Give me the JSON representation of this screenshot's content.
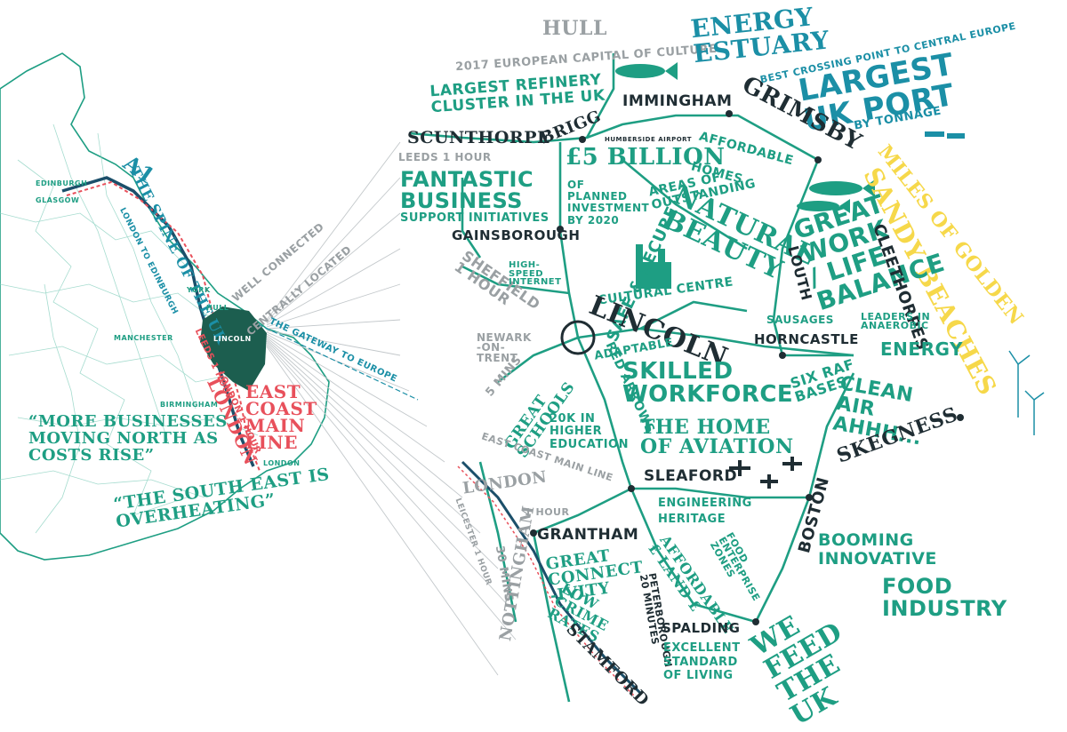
{
  "colors": {
    "green": "#1e9e83",
    "teal": "#1b8fa6",
    "dark": "#1f2d33",
    "grey": "#9aa0a3",
    "red": "#e8505b",
    "yellow": "#f6d84a",
    "dark_green": "#1c5e4f"
  },
  "left_map": {
    "a1": "A1",
    "spine": "THE SPINE OF THE UK",
    "london_edinburgh": "LONDON TO EDINBURGH",
    "edinburgh": "EDINBURGH",
    "glasgow": "GLASGOW",
    "york": "YORK",
    "hull": "HULL",
    "manchester": "MANCHESTER",
    "lincoln": "LINCOLN",
    "birmingham": "BIRMINGHAM",
    "london_city": "LONDON",
    "leeds_time": "LEEDS 1 HOUR",
    "london_time": "LONDON 1 HOUR",
    "east_coast": "EAST COAST MAIN LINE",
    "well_connected": "WELL CONNECTED",
    "centrally_located": "CENTRALLY LOCATED",
    "gateway": "THE GATEWAY TO EUROPE",
    "quote1": "MORE BUSINESSES MOVING NORTH AS COSTS RISE",
    "quote2": "THE SOUTH EAST IS OVERHEATING"
  },
  "right_map": {
    "hull": "HULL",
    "capital_culture": "2017 EUROPEAN CAPITAL OF CULTURE",
    "energy_estuary": "ENERGY ESTUARY",
    "best_crossing": "BEST CROSSING POINT TO CENTRAL EUROPE",
    "largest_port": "LARGEST UK PORT",
    "by_tonnage": "BY TONNAGE",
    "largest_refinery": "LARGEST REFINERY CLUSTER IN THE UK",
    "immingham": "IMMINGHAM",
    "brigg": "BRIGG",
    "grimsby": "GRIMSBY",
    "scunthorpe": "SCUNTHORPE",
    "humberside_airport": "HUMBERSIDE AIRPORT",
    "affordable_homes": "AFFORDABLE HOMES",
    "miles_golden": "MILES OF GOLDEN",
    "sandy_beaches": "SANDY BEACHES",
    "leeds_hour": "LEEDS 1 HOUR",
    "five_billion": "£5 BILLION",
    "planned_investment": "OF PLANNED INVESTMENT BY 2020",
    "fantastic_business": "FANTASTIC BUSINESS",
    "support": "SUPPORT INITIATIVES",
    "areas_of": "AREAS OF OUTSTANDING",
    "natural_beauty": "NATURAL BEAUTY",
    "gainsborough": "GAINSBOROUGH",
    "safe_secure": "SAFE & SECURE",
    "great_work": "GREAT WORK / LIFE BALANCE",
    "cleethorpes": "CLEETHORPES",
    "louth": "LOUTH",
    "sheffield": "SHEFFIELD 1 HOUR",
    "high_speed": "HIGH-SPEED INTERNET",
    "cultural_centre": "CULTURAL CENTRE",
    "sausages": "SAUSAGES",
    "leaders_anaerobic": "LEADERS IN ANAEROBIC",
    "energy": "ENERGY",
    "newark": "NEWARK -ON-TRENT",
    "five_mins": "5 MINS",
    "lincoln": "LINCOLN",
    "horncastle": "HORNCASTLE",
    "adaptable": "ADAPTABLE",
    "skilled": "SKILLED WORKFORCE",
    "six_raf": "SIX RAF BASES",
    "clean_air": "CLEAN AIR AHHH...",
    "great_schools": "GREAT SCHOOLS",
    "red_arrows": "RED ARROWS",
    "twenty_k": "20K IN HIGHER EDUCATION",
    "home_aviation": "THE HOME OF AVIATION",
    "skegness": "SKEGNESS",
    "east_coast_line": "EAST COAST MAIN LINE",
    "london": "LONDON",
    "one_hour": "1 HOUR",
    "sleaford": "SLEAFORD",
    "leicester": "LEICESTER 1 HOUR",
    "grantham": "GRANTHAM",
    "engineering": "ENGINEERING HERITAGE",
    "boston": "BOSTON",
    "booming": "BOOMING INNOVATIVE",
    "nottingham": "NOTTINGHAM",
    "thirty_mins": "30 MINS",
    "great_connectivity": "GREAT CONNECT -IVITY",
    "affordable_land": "AFFORDABLE £ LAND £",
    "food_zones": "FOOD ENTERPRISE ZONES",
    "food_industry": "FOOD INDUSTRY",
    "low_crime": "LOW CRIME RATES",
    "peterborough": "PETERBOROUGH 20 MINUTES",
    "spalding": "SPALDING",
    "excellent": "EXCELLENT STANDARD OF LIVING",
    "we_feed": "WE FEED THE UK",
    "stamford": "STAMFORD"
  }
}
